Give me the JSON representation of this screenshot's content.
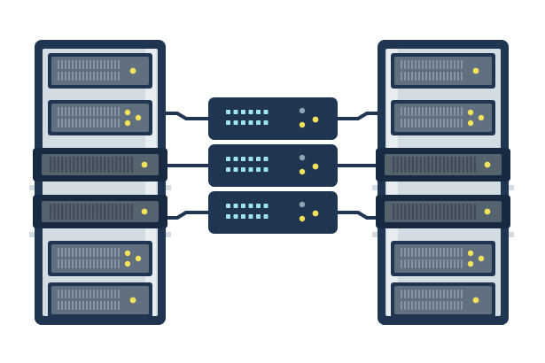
{
  "palette": {
    "background": "#ffffff",
    "frame": "#1f3551",
    "frame_dark": "#172a42",
    "bay": "#d3dbe3",
    "bay_light": "#e8edf1",
    "unit_face": "#61707f",
    "unit_face_alt": "#55636f",
    "vent": "#8794a1",
    "vent_dark": "#3f4a55",
    "led_yellow": "#f3e25b",
    "led_blue": "#9ee5ee",
    "led_gray": "#90a5b4",
    "cable": "#1f3551"
  },
  "icons": {
    "left_rack": "server-rack-icon",
    "right_rack": "server-rack-icon",
    "switches": "network-switch-icon"
  },
  "scene": {
    "rack_count": 2,
    "switch_count": 3,
    "units_per_rack": 6
  }
}
